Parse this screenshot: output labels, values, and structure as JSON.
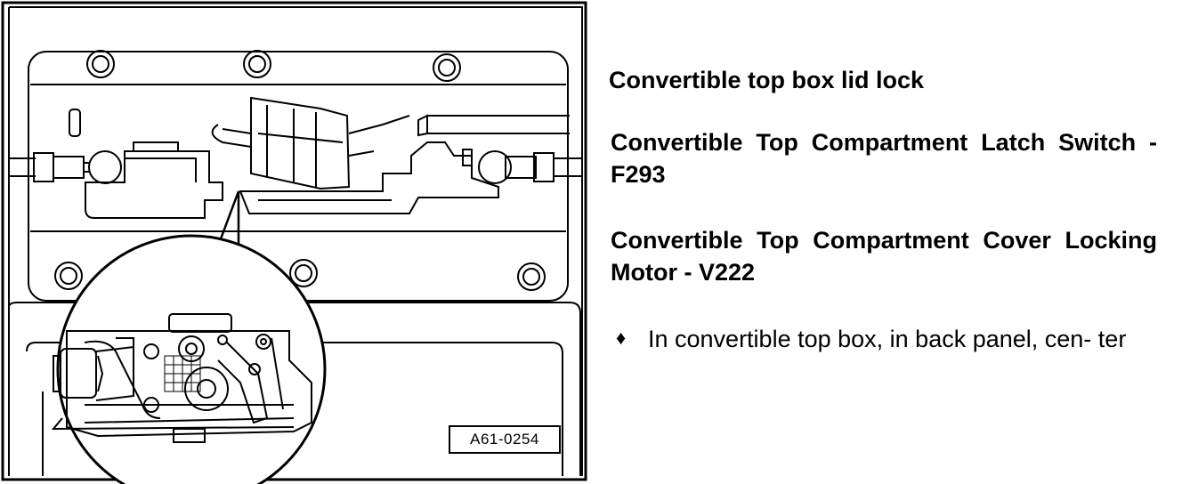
{
  "figure": {
    "label": "A61-0254"
  },
  "text": {
    "heading_1": "Convertible top box lid lock",
    "heading_2": "Convertible Top Compartment Latch Switch - F293",
    "heading_3": "Convertible Top Compartment Cover Locking Motor - V222",
    "bullet_symbol": "♦",
    "bullet_text": "In convertible top box, in back panel, cen- ter"
  }
}
